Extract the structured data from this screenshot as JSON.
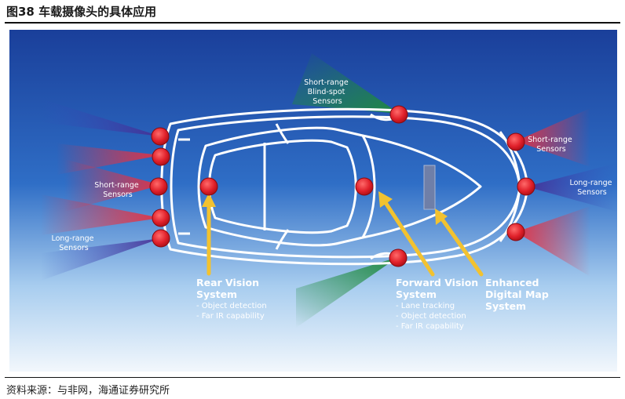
{
  "figure_title": "图38  车载摄像头的具体应用",
  "source": "资料来源：与非网，海通证券研究所",
  "labels": {
    "blind_spot": [
      "Short-range",
      "Blind-spot",
      "Sensors"
    ],
    "right_short": [
      "Short-range",
      "Sensors"
    ],
    "right_long": [
      "Long-range",
      "Sensors"
    ],
    "left_short": [
      "Short-range",
      "Sensors"
    ],
    "left_long": [
      "Long-range",
      "Sensors"
    ]
  },
  "systems": {
    "rear": {
      "title": [
        "Rear Vision",
        "System"
      ],
      "items": [
        "- Object detection",
        "- Far IR capability"
      ]
    },
    "forward": {
      "title": [
        "Forward Vision",
        "System"
      ],
      "items": [
        "- Lane tracking",
        "- Object detection",
        "- Far IR capability"
      ]
    },
    "map": {
      "title": [
        "Enhanced",
        "Digital Map",
        "System"
      ],
      "items": []
    }
  },
  "colors": {
    "sensor": "#e0202a",
    "arrow": "#f2c230",
    "car_line": "#ffffff",
    "bg_top": "#1a3f9a",
    "bg_bottom": "#f2f7fc"
  }
}
